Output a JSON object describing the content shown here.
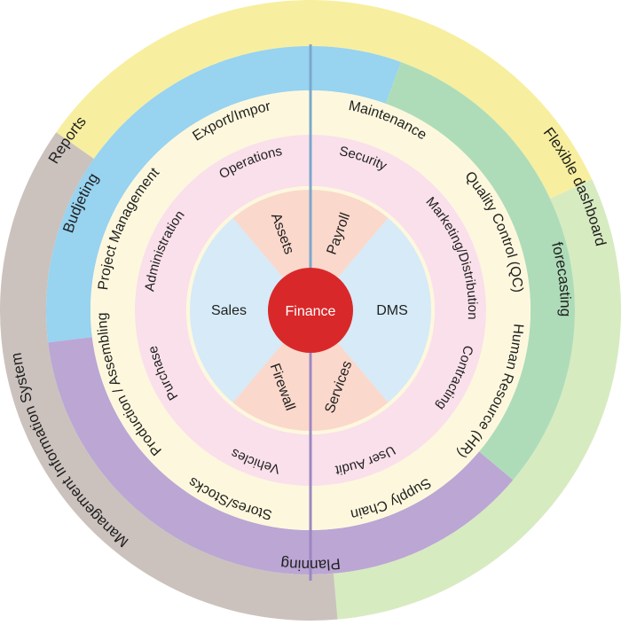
{
  "center": {
    "label": "Finance"
  },
  "outer_ring": [
    {
      "label": "Reports",
      "color": "#f7ef9f"
    },
    {
      "label": "Flexible dashboard",
      "color": "#d7ebc0"
    },
    {
      "label": "Management Information System",
      "color": "#cbc2bd"
    }
  ],
  "second_ring": [
    {
      "label": "Budjeting",
      "color": "#98d3f0"
    },
    {
      "label": "forecasting",
      "color": "#aedcb8"
    },
    {
      "label": "Planning",
      "color": "#bba6d4"
    }
  ],
  "third_ring": {
    "color": "#fdf8dd",
    "items": [
      "Maintenance",
      "Quality Control (QC)",
      "Human Resource (HR)",
      "Supply Chain",
      "Stores/Stocks",
      "Production / Assembling",
      "Project Management",
      "Export/Import"
    ]
  },
  "fourth_ring": {
    "color": "#fae0ea",
    "items": [
      "Security",
      "Marketing/Distribution",
      "Contracting",
      "User Audit",
      "Vehicles",
      "Purchase",
      "Administration",
      "Operations"
    ]
  },
  "core_sectors": [
    {
      "label": "Assets",
      "color": "#fbd8cc"
    },
    {
      "label": "Payroll",
      "color": "#fbd8cc"
    },
    {
      "label": "DMS",
      "color": "#d6eaf7"
    },
    {
      "label": "Services",
      "color": "#fbd8cc"
    },
    {
      "label": "Firewall",
      "color": "#fbd8cc"
    },
    {
      "label": "Sales",
      "color": "#d6eaf7"
    }
  ],
  "colors": {
    "center": "#d9282a",
    "divider_top": "#7aa8cc",
    "divider_bottom": "#9b87c2"
  }
}
